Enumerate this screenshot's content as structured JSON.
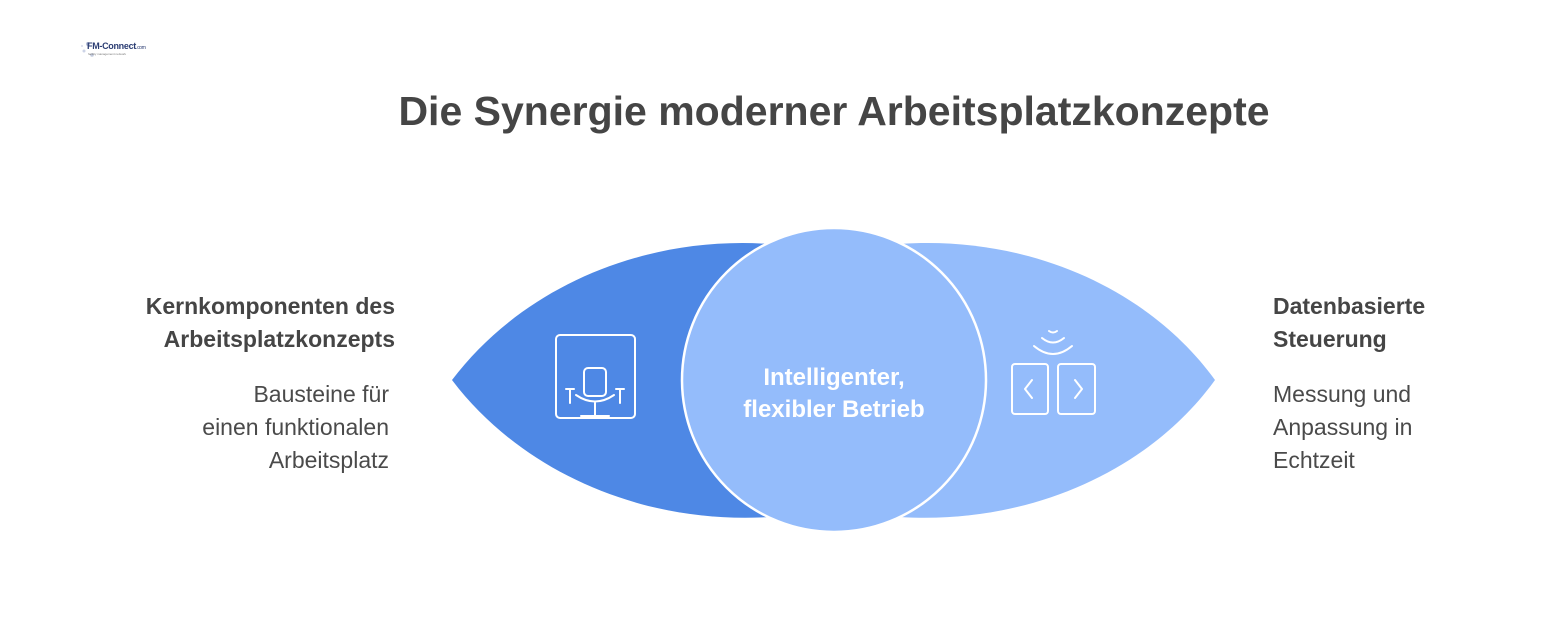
{
  "logo": {
    "text": "FM-Connect",
    "suffix": ".com",
    "tagline": "facility management network"
  },
  "title": "Die Synergie moderner Arbeitsplatzkonzepte",
  "left": {
    "heading": "Kernkomponenten des\nArbeitsplatzkonzepts",
    "description": "Bausteine für\neinen funktionalen\nArbeitsplatz",
    "icon": "office-chair-icon",
    "color": "#4e88e5"
  },
  "center": {
    "label": "Intelligenter,\nflexibler Betrieb",
    "color": "#94bcfb"
  },
  "right": {
    "heading": "Datenbasierte\nSteuerung",
    "description": "Messung und\nAnpassung in\nEchtzeit",
    "icon": "sensor-control-icon",
    "color": "#94bcfb"
  }
}
